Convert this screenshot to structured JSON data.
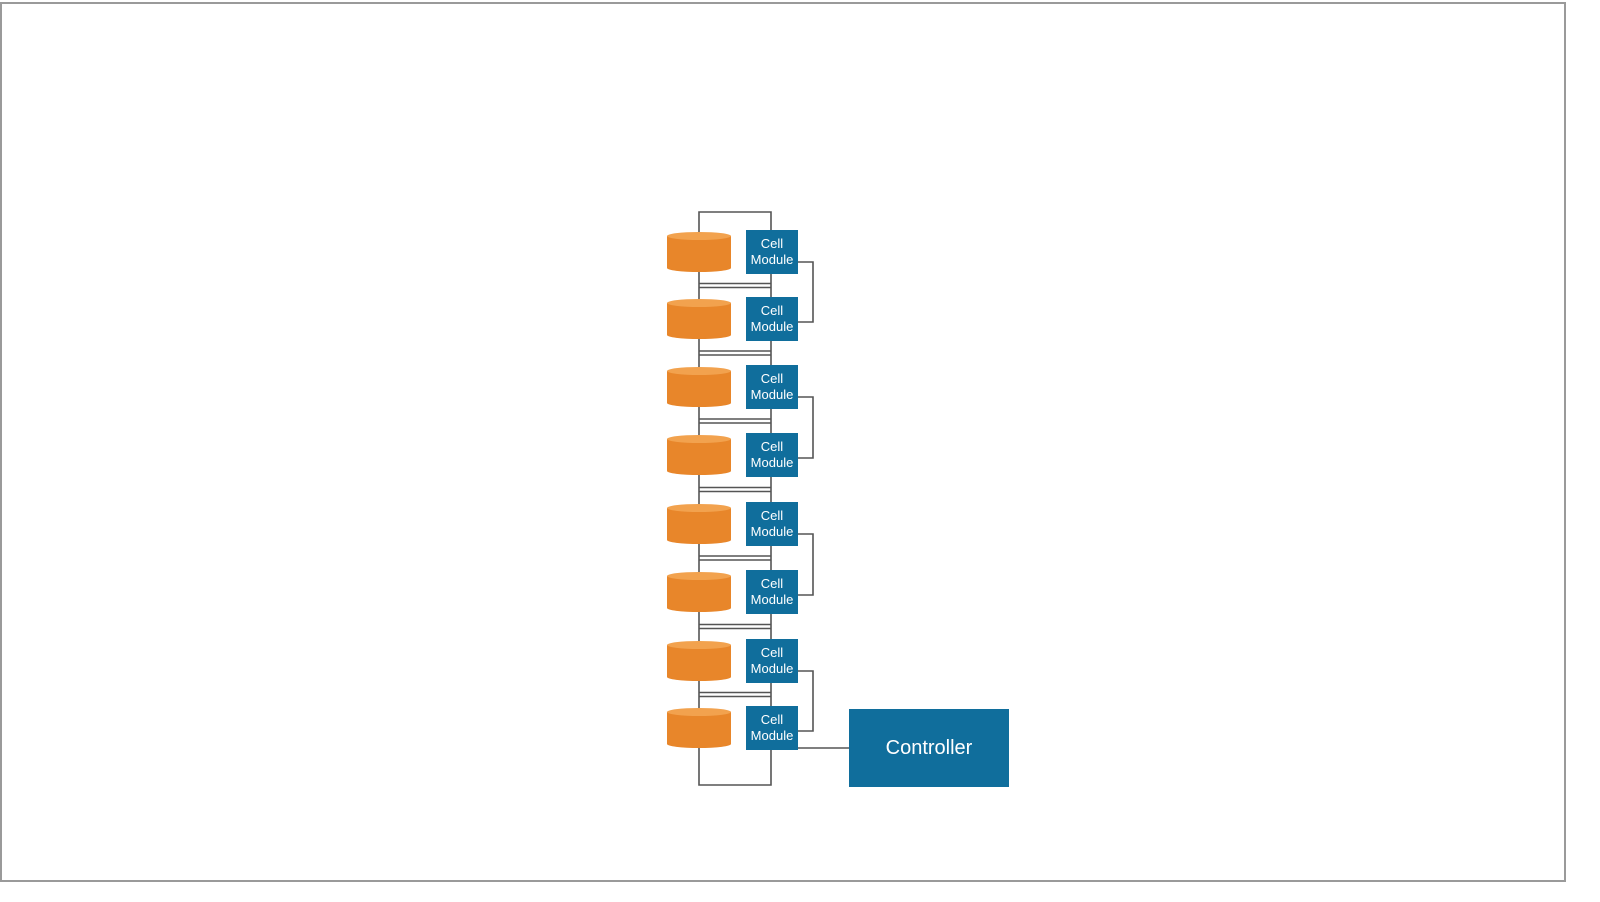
{
  "diagram": {
    "cell_module": {
      "line1": "Cell",
      "line2": "Module"
    },
    "controller": {
      "label": "Controller"
    },
    "cell_count": 8,
    "colors": {
      "battery_body": "#E8862A",
      "battery_top": "#F2A24E",
      "module_fill": "#106E9C",
      "controller_fill": "#106E9C",
      "wire": "#555555"
    }
  }
}
